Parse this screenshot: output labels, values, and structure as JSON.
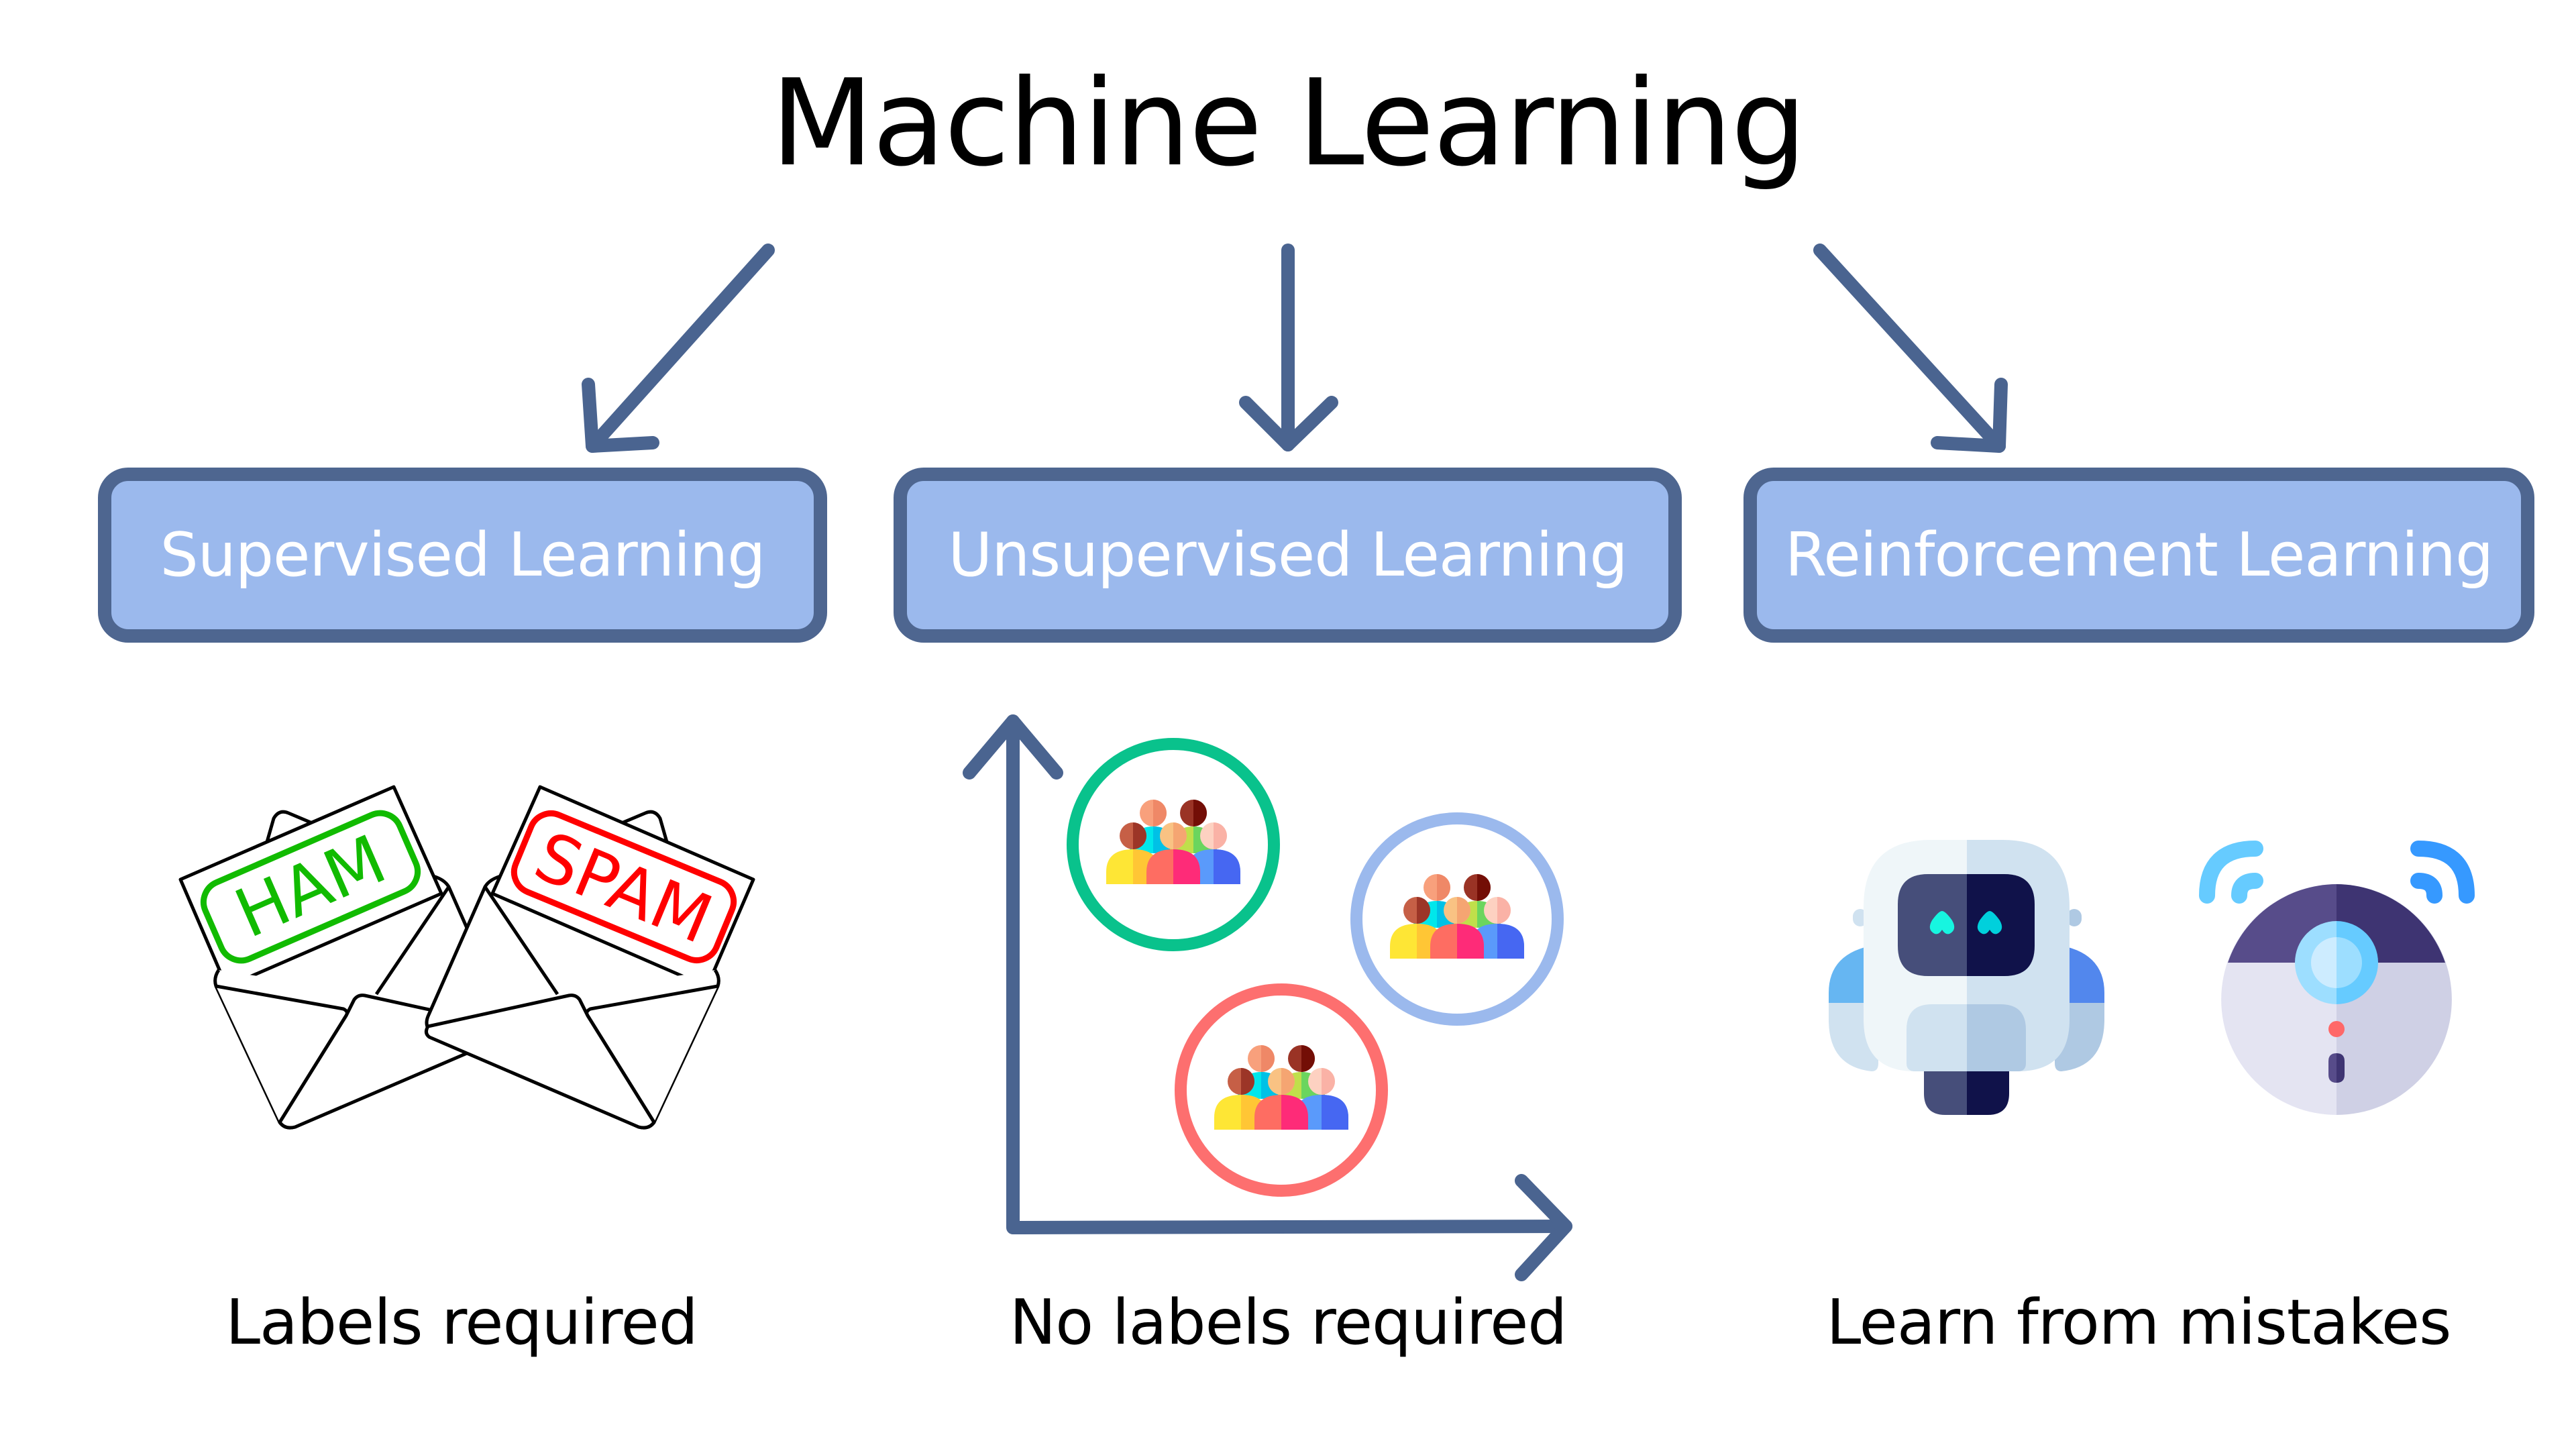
{
  "title": "Machine Learning",
  "colors": {
    "box_fill": "#9bb9ed",
    "box_border": "#4e6690",
    "arrow": "#4a6490",
    "ham_stamp": "#11bb00",
    "spam_stamp": "#ff0000",
    "cluster_green": "#09c28c",
    "cluster_blue": "#9bb9ed",
    "cluster_red": "#fd6f6f"
  },
  "categories": [
    {
      "label": "Supervised Learning",
      "caption": "Labels required",
      "illustration": "ham-spam-envelopes",
      "stamps": [
        "HAM",
        "SPAM"
      ]
    },
    {
      "label": "Unsupervised Learning",
      "caption": "No labels required",
      "illustration": "clustered-groups-on-axes",
      "clusters": [
        "green-cluster",
        "blue-cluster",
        "red-cluster"
      ]
    },
    {
      "label": "Reinforcement Learning",
      "caption": "Learn from mistakes",
      "illustration": "robot-and-robot-vacuum"
    }
  ],
  "icons": {
    "arrow": "arrow-icon",
    "envelope": "envelope-icon",
    "people_group": "people-group-icon",
    "robot": "robot-icon",
    "robot_vacuum": "robot-vacuum-icon",
    "wifi_signal": "wifi-signal-icon"
  }
}
